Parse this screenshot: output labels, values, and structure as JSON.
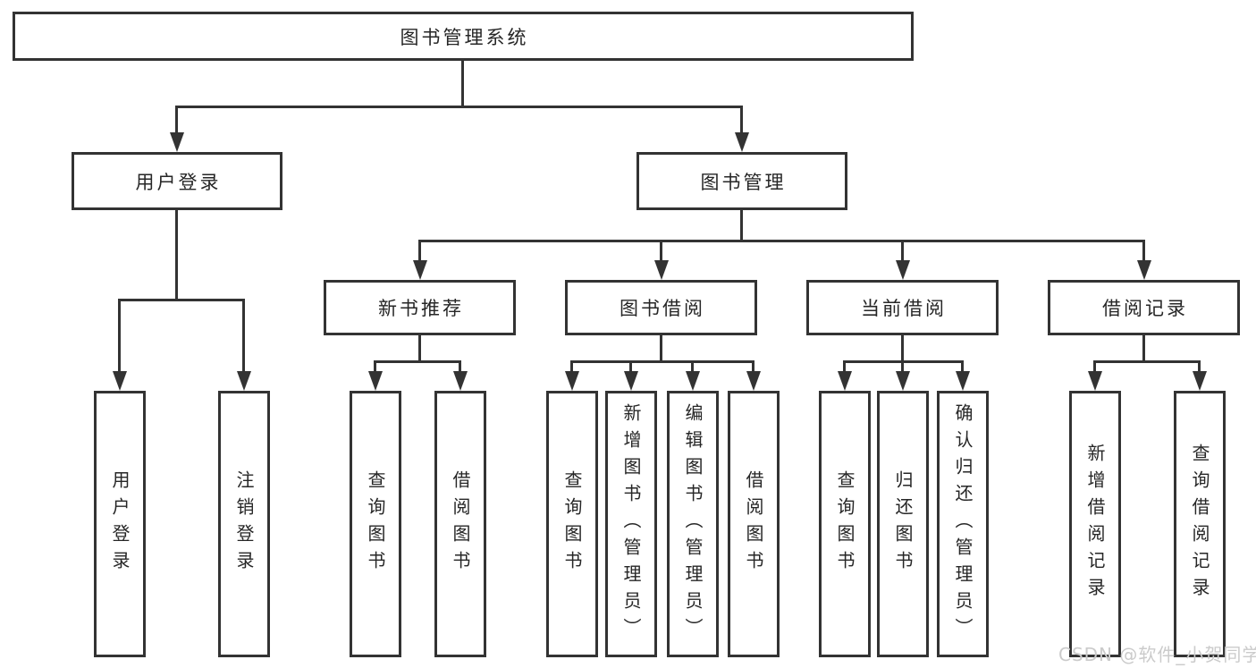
{
  "watermark": {
    "text": "CSDN @软件_小贺同学"
  },
  "colors": {
    "line": "#333333",
    "text": "#262626",
    "background": "#ffffff",
    "watermark": "#cbcbcb"
  },
  "tree": {
    "label": "图书管理系统",
    "children": [
      {
        "label": "用户登录",
        "children": [
          {
            "label": "用户登录"
          },
          {
            "label": "注销登录"
          }
        ]
      },
      {
        "label": "图书管理",
        "children": [
          {
            "label": "新书推荐",
            "children": [
              {
                "label": "查询图书"
              },
              {
                "label": "借阅图书"
              }
            ]
          },
          {
            "label": "图书借阅",
            "children": [
              {
                "label": "查询图书"
              },
              {
                "label": "新增图书（管理员）"
              },
              {
                "label": "编辑图书（管理员）"
              },
              {
                "label": "借阅图书"
              }
            ]
          },
          {
            "label": "当前借阅",
            "children": [
              {
                "label": "查询图书"
              },
              {
                "label": "归还图书"
              },
              {
                "label": "确认归还（管理员）"
              }
            ]
          },
          {
            "label": "借阅记录",
            "children": [
              {
                "label": "新增借阅记录"
              },
              {
                "label": "查询借阅记录"
              }
            ]
          }
        ]
      }
    ]
  }
}
